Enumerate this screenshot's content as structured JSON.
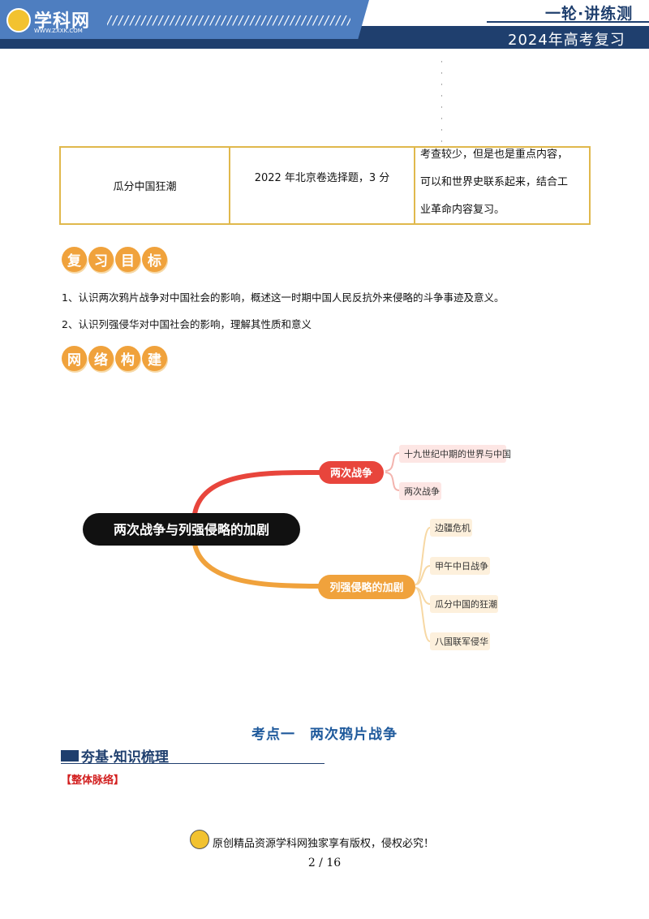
{
  "header": {
    "logo_text": "学科网",
    "logo_url": "WWW.ZXXK.COM",
    "slashes": "////////////////////////////////////////////////",
    "title": "一轮·讲练测",
    "subtitle": "2024年高考复习"
  },
  "table": {
    "row": {
      "topic": "瓜分中国狂潮",
      "exam": "2022 年北京卷选择题，3 分",
      "note_lines": [
        "考查较少，但是也是重点内容，",
        "可以和世界史联系起来，结合工",
        "业革命内容复习。"
      ]
    }
  },
  "objectives": {
    "badge": [
      "复",
      "习",
      "目",
      "标"
    ],
    "items": [
      "1、认识两次鸦片战争对中国社会的影响，概述这一时期中国人民反抗外来侵略的斗争事迹及意义。",
      "2、认识列强侵华对中国社会的影响，理解其性质和意义"
    ]
  },
  "network": {
    "badge": [
      "网",
      "络",
      "构",
      "建"
    ]
  },
  "mindmap": {
    "root": "两次战争与列强侵略的加剧",
    "branch1": {
      "label": "两次战争",
      "children": [
        "十九世纪中期的世界与中国",
        "两次战争"
      ]
    },
    "branch2": {
      "label": "列强侵略的加剧",
      "children": [
        "边疆危机",
        "甲午中日战争",
        "瓜分中国的狂潮",
        "八国联军侵华"
      ]
    },
    "colors": {
      "red": "#e8453c",
      "orange": "#f0a23c",
      "root": "#111111"
    }
  },
  "section": {
    "kp_title": "考点一　两次鸦片战争",
    "sub_title": "夯基·知识梳理",
    "red_label": "【整体脉络】"
  },
  "footer": {
    "copyright": "原创精品资源学科网独家享有版权，侵权必究！",
    "page": "2 / 16"
  }
}
